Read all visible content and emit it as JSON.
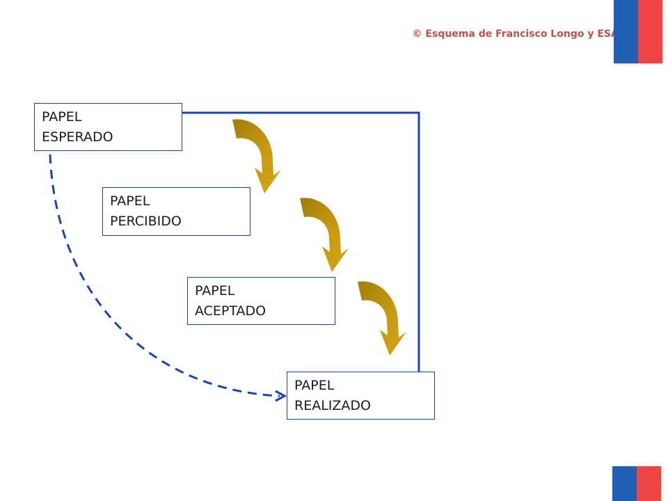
{
  "copyright": "© Esquema de Francisco Longo y ESADE",
  "colors": {
    "connector": "#1a3fbf",
    "arrow_light": "#d4a514",
    "arrow_dark": "#a07d08",
    "flag_blue": "#1f5fb4",
    "flag_red": "#ef4444",
    "copyright_text": "#c0504d"
  },
  "boxes": [
    {
      "line1": "PAPEL",
      "line2": "ESPERADO"
    },
    {
      "line1": "PAPEL",
      "line2": "PERCIBIDO"
    },
    {
      "line1": "PAPEL",
      "line2": "ACEPTADO"
    },
    {
      "line1": "PAPEL",
      "line2": "REALIZADO"
    }
  ]
}
